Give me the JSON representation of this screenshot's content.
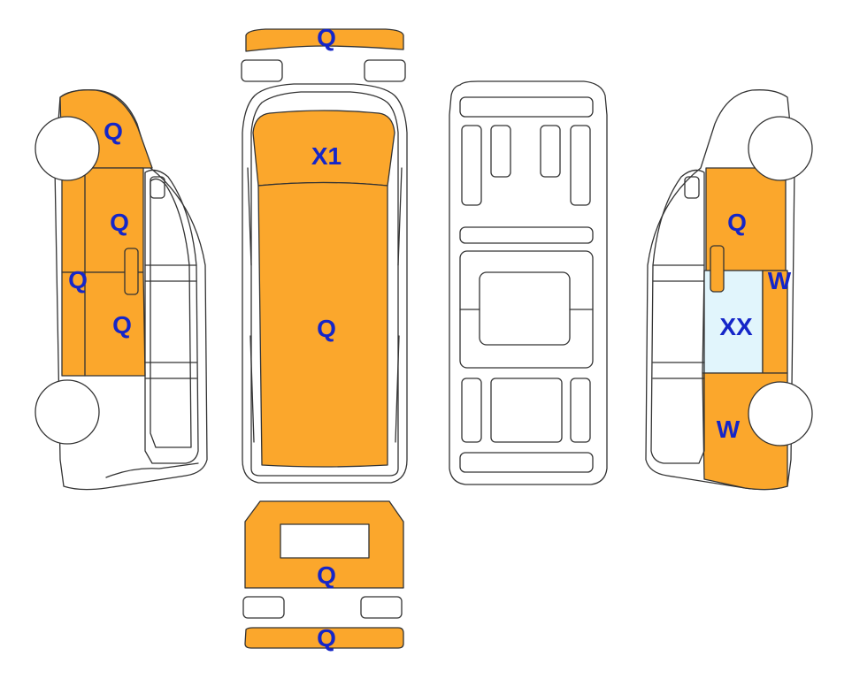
{
  "colors": {
    "damage_q": "#fba72c",
    "glass_xx": "#e1f5fc",
    "label": "#1526c8",
    "outline": "#333333",
    "background": "#ffffff"
  },
  "legend_codes": [
    "Q",
    "X1",
    "XX",
    "W"
  ],
  "views": {
    "front": {
      "bumper_label": "Q",
      "headlight_left": "",
      "headlight_right": ""
    },
    "top": {
      "windshield_label": "X1",
      "roof_label": "Q"
    },
    "underbody": {},
    "rear": {
      "door_label": "Q",
      "bumper_label": "Q"
    },
    "left_side": {
      "hood_label": "Q",
      "front_door_label": "Q",
      "pillar_label": "Q",
      "rear_door_label": "Q"
    },
    "right_side": {
      "front_fender_label": "Q",
      "door_edge_label": "W",
      "window_label": "XX",
      "rear_panel_label": "W"
    }
  }
}
